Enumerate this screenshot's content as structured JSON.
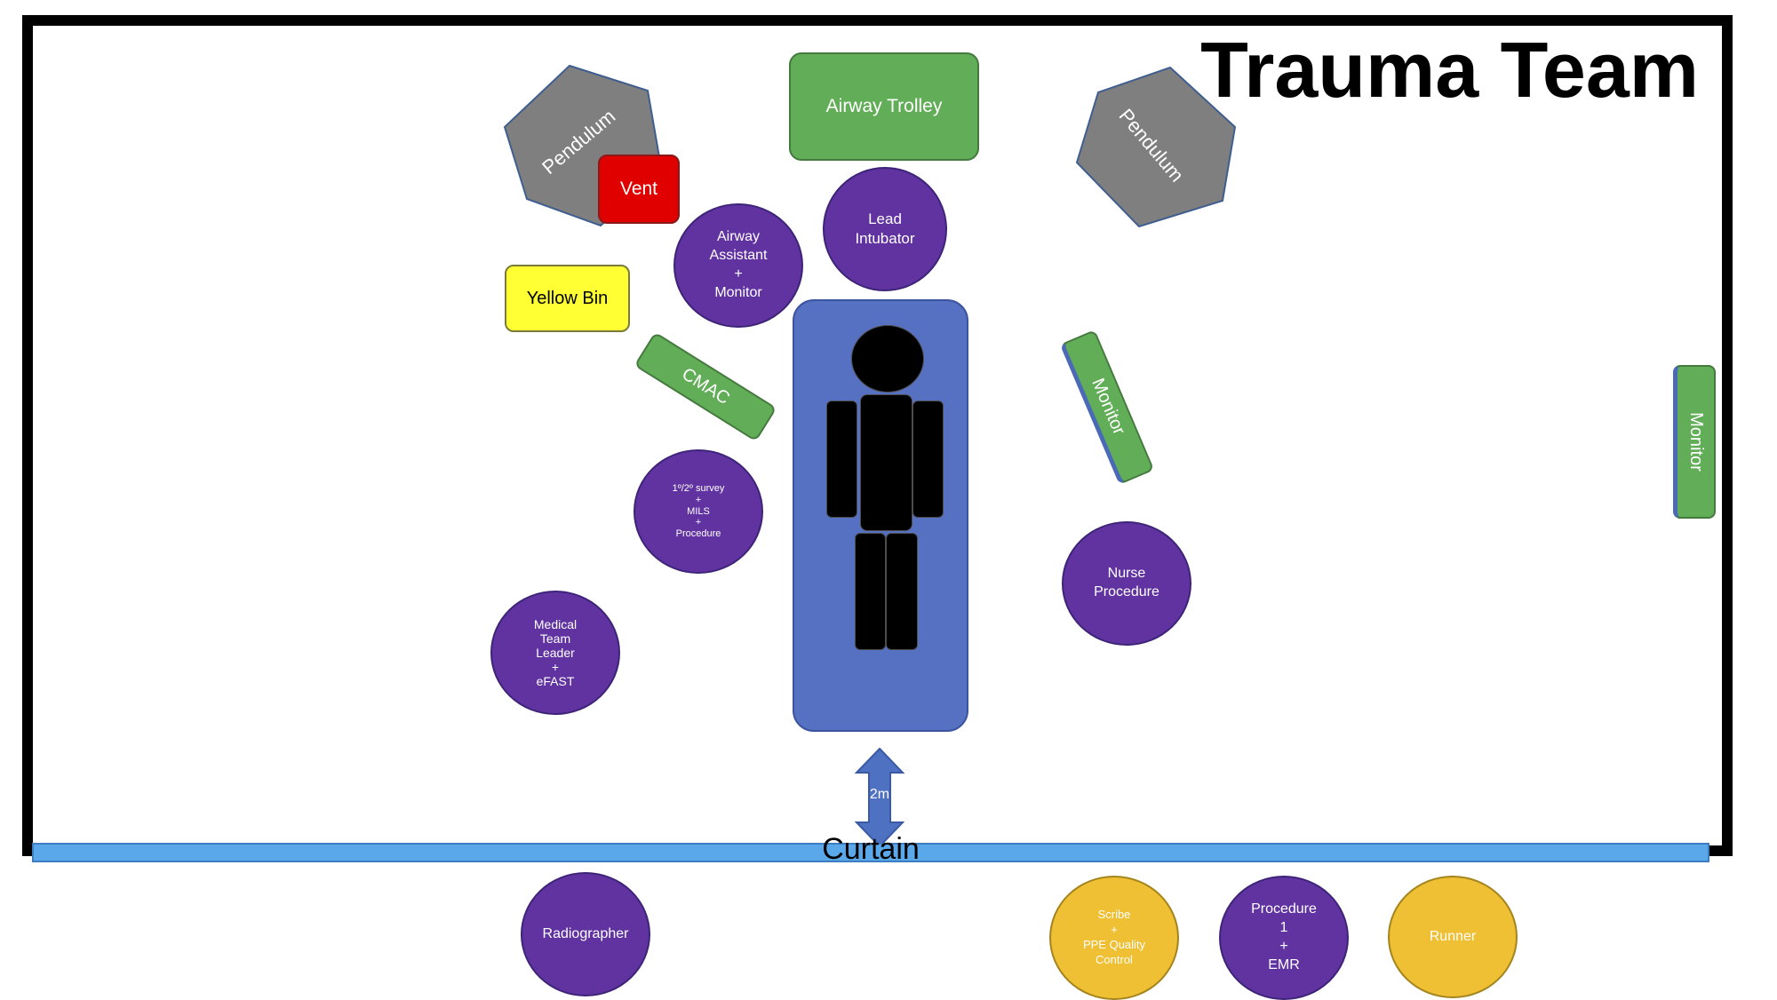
{
  "title": "Trauma Team",
  "curtain_label": "Curtain",
  "distance_label": "2m",
  "equipment": {
    "pendulum_left": "Pendulum",
    "pendulum_right": "Pendulum",
    "vent": "Vent",
    "airway_trolley": "Airway Trolley",
    "yellow_bin": "Yellow Bin",
    "cmac": "CMAC",
    "monitor_bedside": "Monitor",
    "monitor_wall": "Monitor"
  },
  "roles": {
    "lead_intubator": "Lead\nIntubator",
    "airway_assistant": "Airway\nAssistant\n+\nMonitor",
    "survey": "1º/2º survey\n+\nMILS\n+\nProcedure",
    "medical_team_leader": "Medical\nTeam\nLeader\n+\neFAST",
    "nurse_procedure": "Nurse\nProcedure",
    "radiographer": "Radiographer",
    "scribe": "Scribe\n+\nPPE Quality\nControl",
    "procedure_1": "Procedure\n1\n+\nEMR",
    "runner": "Runner"
  },
  "colors": {
    "role_purple": "#6133a0",
    "role_gold": "#efbf34",
    "equipment_green": "#62ad57",
    "pendulum_gray": "#7f7f7f",
    "vent_red": "#e00000",
    "bin_yellow": "#ffff33",
    "bed_blue": "#5670c2",
    "curtain_blue": "#5aa7ea"
  }
}
